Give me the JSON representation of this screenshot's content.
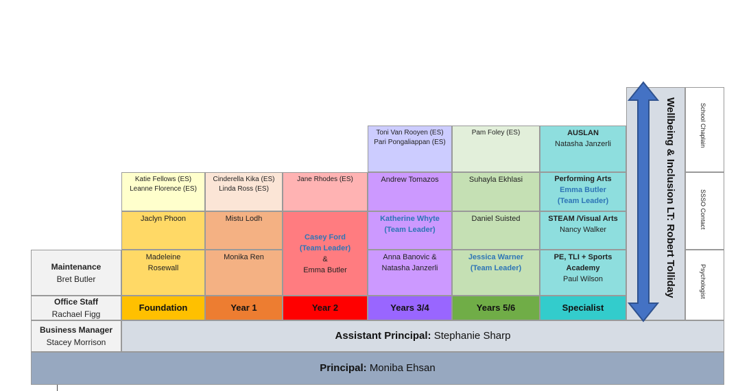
{
  "principal": {
    "label": "Principal:",
    "name": "Moniba Ehsan"
  },
  "assistant_principal": {
    "label": "Assistant Principal:",
    "name": "Stephanie Sharp"
  },
  "business_manager": {
    "label": "Business Manager",
    "name": "Stacey Morrison"
  },
  "office_staff": {
    "label": "Office Staff",
    "name": "Rachael Figg"
  },
  "maintenance": {
    "label": "Maintenance",
    "name": "Bret Butler"
  },
  "columns": {
    "foundation": {
      "header": "Foundation",
      "color": "#FFC000",
      "es": [
        "Katie Fellows (ES)",
        "Leanne Florence (ES)"
      ],
      "row1": "Jaclyn Phoon",
      "row2": [
        "Madeleine",
        "Rosewall"
      ]
    },
    "year1": {
      "header": "Year 1",
      "color": "#ED7D31",
      "es": [
        "Cinderella Kika (ES)",
        "Linda Ross (ES)"
      ],
      "row1": "Mistu Lodh",
      "row2": "Monika Ren"
    },
    "year2": {
      "header": "Year 2",
      "color": "#FF0000",
      "es": "Jane Rhodes (ES)",
      "leader": [
        "Casey Ford",
        "(Team Leader)"
      ],
      "amp": "&",
      "other": "Emma Butler"
    },
    "years34": {
      "header": "Years 3/4",
      "color": "#9966FF",
      "es": [
        "Toni Van Rooyen (ES)",
        "Pari Pongaliappan (ES)"
      ],
      "row0": "Andrew Tomazos",
      "leader": [
        "Katherine Whyte",
        "(Team Leader)"
      ],
      "row2": [
        "Anna Banovic &",
        "Natasha Janzerli"
      ]
    },
    "years56": {
      "header": "Years 5/6",
      "color": "#70AD47",
      "es": "Pam Foley (ES)",
      "row0": "Suhayla Ekhlasi",
      "row1": "Daniel Suisted",
      "leader": [
        "Jessica Warner",
        "(Team Leader)"
      ]
    },
    "specialist": {
      "header": "Specialist",
      "color": "#33CCCC",
      "auslan": [
        "AUSLAN",
        "Natasha Janzerli"
      ],
      "performing": [
        "Performing Arts",
        "Emma Butler",
        "(Team Leader)"
      ],
      "steam": [
        "STEAM /Visual Arts",
        "Nancy Walker"
      ],
      "pe": [
        "PE, TLI + Sports",
        "Academy",
        "Paul Wilson"
      ]
    }
  },
  "wellbeing": {
    "label": "Wellbeing & Inclusion LT:",
    "name": "Robert Tolliday"
  },
  "support": [
    "School Chaplain",
    "SSSO Contact",
    "Psychologist"
  ]
}
